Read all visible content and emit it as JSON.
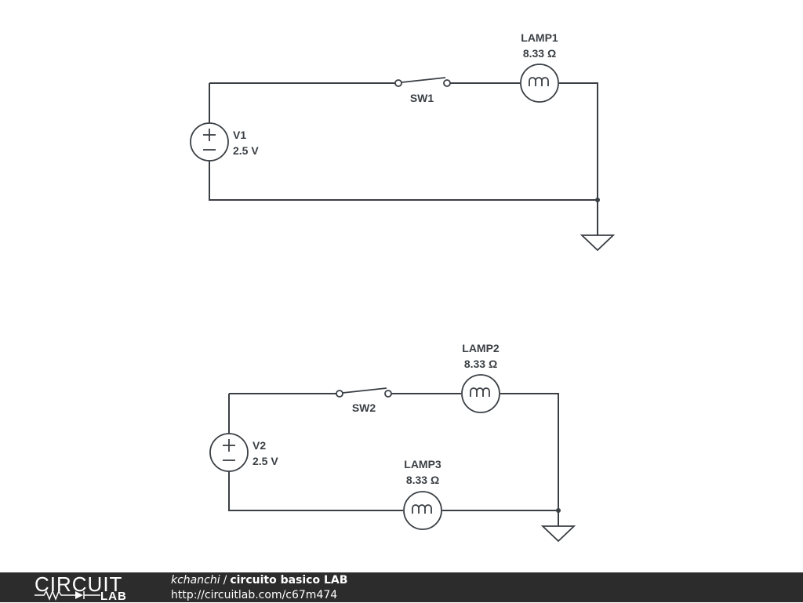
{
  "circuit1": {
    "source": {
      "name": "V1",
      "value": "2.5 V"
    },
    "switch": {
      "name": "SW1"
    },
    "lamp": {
      "name": "LAMP1",
      "value": "8.33 Ω"
    }
  },
  "circuit2": {
    "source": {
      "name": "V2",
      "value": "2.5 V"
    },
    "switch": {
      "name": "SW2"
    },
    "lamp_top": {
      "name": "LAMP2",
      "value": "8.33 Ω"
    },
    "lamp_bottom": {
      "name": "LAMP3",
      "value": "8.33 Ω"
    }
  },
  "footer": {
    "logo_top": "CIRCUIT",
    "logo_bottom": "LAB",
    "author": "kchanchi",
    "separator": "/",
    "project_title": "circuito basico LAB",
    "url": "http://circuitlab.com/c67m474"
  },
  "colors": {
    "wire": "#3a3f44",
    "footer_bg": "#2c2c2c",
    "footer_text": "#ffffff"
  }
}
